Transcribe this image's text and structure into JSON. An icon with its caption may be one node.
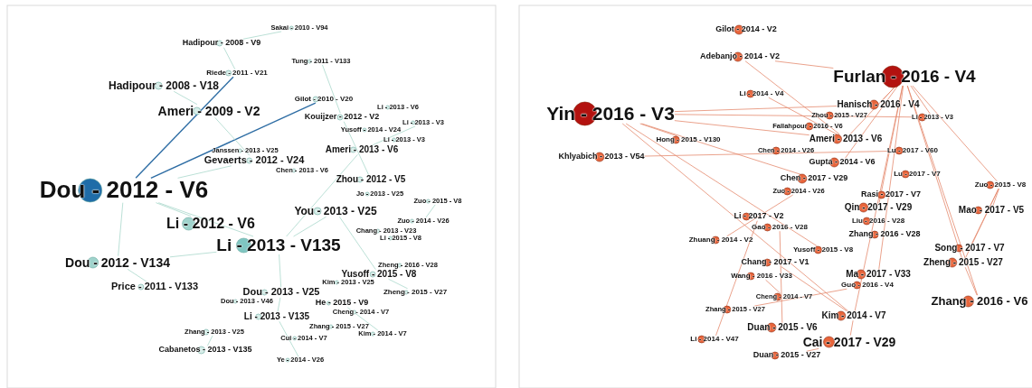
{
  "diagram": {
    "nodes": [
      {
        "text": [
          "Sakai - 2010 - V94"
        ]
      },
      {
        "text": [
          "Hadipour - 2008 - V9"
        ]
      },
      {
        "text": [
          "Tung - 2011 - V133"
        ]
      },
      {
        "text": [
          "Riede - 2011 - V21"
        ]
      },
      {
        "text": [
          "Hadipour - 2008 - V18"
        ]
      },
      {
        "text": [
          "Ameri - 2009 - V2"
        ]
      },
      {
        "text": [
          "Gilot - 2010 - V20"
        ]
      },
      {
        "text": [
          "Li - 2013 - V6"
        ]
      },
      {
        "text": [
          "Kouijzer - 2012 - V2"
        ]
      },
      {
        "text": [
          "Li - 2013 - V3"
        ]
      },
      {
        "text": [
          "Yusoff - 2014 - V24"
        ]
      },
      {
        "text": [
          "Li - 2013 - V3"
        ]
      },
      {
        "text": [
          "Ameri - 2013 - V6"
        ]
      },
      {
        "text": [
          "Janssen - 2013 - V25"
        ]
      },
      {
        "text": [
          "Gevaerts - 2012 - V24"
        ]
      },
      {
        "text": [
          "Chen - 2013 - V6"
        ]
      },
      {
        "text": [
          "Zhou - 2012 - V5"
        ]
      },
      {
        "text": [
          "Dou - 2012 - V6"
        ]
      },
      {
        "text": [
          "Jo - 2013 - V25"
        ]
      },
      {
        "text": [
          "Zuo - 2015 - V8"
        ]
      },
      {
        "text": [
          "You - 2013 - V25"
        ]
      },
      {
        "text": [
          "Zuo - 2014 - V26"
        ]
      },
      {
        "text": [
          "Li - 2012 - V6"
        ]
      },
      {
        "text": [
          "Chang - 2013 - V23"
        ]
      },
      {
        "text": [
          "Li - 2015 - V8"
        ]
      },
      {
        "text": [
          "Li - 2013 - V135"
        ]
      },
      {
        "text": [
          "Dou - 2012 - V134"
        ]
      },
      {
        "text": [
          "Zheng - 2016 - V28"
        ]
      },
      {
        "text": [
          "Yusoff - 2015 - V8"
        ]
      },
      {
        "text": [
          "Kim - 2013 - V25"
        ]
      },
      {
        "text": [
          "Price - 2011 - V133"
        ]
      },
      {
        "text": [
          "Dou - 2013 - V25"
        ]
      },
      {
        "text": [
          "Zheng - 2015 - V27"
        ]
      },
      {
        "text": [
          "Dou - 2013 - V46"
        ]
      },
      {
        "text": [
          "He - 2015 - V9"
        ]
      },
      {
        "text": [
          "Cheng - 2014 - V7"
        ]
      },
      {
        "text": [
          "Li - 2013 - V135"
        ]
      },
      {
        "text": [
          "Zhang - 2015 - V27"
        ]
      },
      {
        "text": [
          "Zhang - 2013 - V25"
        ]
      },
      {
        "text": [
          "Cui - 2014 - V7"
        ]
      },
      {
        "text": [
          "Kim - 2014 - V7"
        ]
      },
      {
        "text": [
          "Cabanetos - 2013 - V135"
        ]
      },
      {
        "text": [
          "Ye - 2014 - V26"
        ]
      },
      {
        "text": [
          "Gilot - 2014 - V2"
        ]
      },
      {
        "text": [
          "Adebanjo - 2014 - V2"
        ]
      },
      {
        "text": [
          "Furlan - 2016 - V4"
        ]
      },
      {
        "text": [
          "Li - 2014 - V4"
        ]
      },
      {
        "text": [
          "Yin - 2016 - V3"
        ]
      },
      {
        "text": [
          "Hanisch - 2016 - V4"
        ]
      },
      {
        "text": [
          "Zhou - 2015 - V27"
        ]
      },
      {
        "text": [
          "Li - 2013 - V3"
        ]
      },
      {
        "text": [
          "Fallahpour - 2016 - V6"
        ]
      },
      {
        "text": [
          "Hong - 2015 - V130"
        ]
      },
      {
        "text": [
          "Ameri - 2013 - V6"
        ]
      },
      {
        "text": [
          "Khlyabich - 2013 - V54"
        ]
      },
      {
        "text": [
          "Chen - 2014 - V26"
        ]
      },
      {
        "text": [
          "Lu - 2017 - V60"
        ]
      },
      {
        "text": [
          "Gupta - 2014 - V6"
        ]
      },
      {
        "text": [
          "Lu - 2017 - V7"
        ]
      },
      {
        "text": [
          "Chen - 2017 - V29"
        ]
      },
      {
        "text": [
          "Zuo - 2015 - V8"
        ]
      },
      {
        "text": [
          "Zuo - 2014 - V26"
        ]
      },
      {
        "text": [
          "Rasi - 2017 - V7"
        ]
      },
      {
        "text": [
          "Qin - 2017 - V29"
        ]
      },
      {
        "text": [
          "Mao - 2017 - V5"
        ]
      },
      {
        "text": [
          "Li - 2017 - V2"
        ]
      },
      {
        "text": [
          "Liu - 2016 - V28"
        ]
      },
      {
        "text": [
          "Gao - 2016 - V28"
        ]
      },
      {
        "text": [
          "Zhuang - 2014 - V2"
        ]
      },
      {
        "text": [
          "Zhang - 2016 - V28"
        ]
      },
      {
        "text": [
          "Song - 2017 - V7"
        ]
      },
      {
        "text": [
          "Yusoff - 2015 - V8"
        ]
      },
      {
        "text": [
          "Chang - 2017 - V1"
        ]
      },
      {
        "text": [
          "Zheng - 2015 - V27"
        ]
      },
      {
        "text": [
          "Wang - 2016 - V33"
        ]
      },
      {
        "text": [
          "Ma - 2017 - V33"
        ]
      },
      {
        "text": [
          "Guo - 2016 - V4"
        ]
      },
      {
        "text": [
          "Cheng - 2014 - V7"
        ]
      },
      {
        "text": [
          "Zhang - 2016 - V6"
        ]
      },
      {
        "text": [
          "Zhang - 2015 - V27"
        ]
      },
      {
        "text": [
          "Kim - 2014 - V7"
        ]
      },
      {
        "text": [
          "Duan - 2015 - V6"
        ]
      },
      {
        "text": [
          "Li - 2014 - V47"
        ]
      },
      {
        "text": [
          "Cai - 2017 - V29"
        ]
      },
      {
        "text": [
          "Duan - 2015 - V27"
        ]
      }
    ],
    "edges": [
      {
        "from": 17,
        "to": 3,
        "arrow": "none",
        "color": "#2e6da4"
      },
      {
        "from": 17,
        "to": 6,
        "arrow": "none",
        "color": "#2e6da4"
      },
      {
        "from": 17,
        "to": 22,
        "arrow": "none",
        "color": "#a9d8cc"
      },
      {
        "from": 17,
        "to": 26,
        "arrow": "none",
        "color": "#a9d8cc"
      },
      {
        "from": 17,
        "to": 14,
        "arrow": "none",
        "color": "#a9d8cc"
      },
      {
        "from": 17,
        "to": 25,
        "arrow": "none",
        "color": "#a9d8cc"
      },
      {
        "from": 26,
        "to": 25,
        "arrow": "none",
        "color": "#a9d8cc"
      },
      {
        "from": 26,
        "to": 30,
        "arrow": "none",
        "color": "#a9d8cc"
      },
      {
        "from": 25,
        "to": 20,
        "arrow": "none",
        "color": "#a9d8cc"
      },
      {
        "from": 25,
        "to": 12,
        "arrow": "none",
        "color": "#a9d8cc"
      },
      {
        "from": 25,
        "to": 31,
        "arrow": "none",
        "color": "#a9d8cc"
      },
      {
        "from": 1,
        "to": 0,
        "arrow": "none",
        "color": "#a9d8cc"
      },
      {
        "from": 1,
        "to": 3,
        "arrow": "none",
        "color": "#a9d8cc"
      },
      {
        "from": 5,
        "to": 4,
        "arrow": "none",
        "color": "#a9d8cc"
      },
      {
        "from": 5,
        "to": 14,
        "arrow": "none",
        "color": "#a9d8cc"
      },
      {
        "from": 2,
        "to": 8,
        "arrow": "none",
        "color": "#a9d8cc"
      },
      {
        "from": 8,
        "to": 16,
        "arrow": "none",
        "color": "#a9d8cc"
      },
      {
        "from": 12,
        "to": 9,
        "arrow": "none",
        "color": "#a9d8cc"
      },
      {
        "from": 20,
        "to": 28,
        "arrow": "none",
        "color": "#a9d8cc"
      },
      {
        "from": 28,
        "to": 32,
        "arrow": "none",
        "color": "#a9d8cc"
      },
      {
        "from": 31,
        "to": 36,
        "arrow": "none",
        "color": "#a9d8cc"
      },
      {
        "from": 36,
        "to": 42,
        "arrow": "none",
        "color": "#a9d8cc"
      },
      {
        "from": 41,
        "to": 38,
        "arrow": "none",
        "color": "#a9d8cc"
      },
      {
        "from": 34,
        "to": 40,
        "arrow": "none",
        "color": "#a9d8cc"
      },
      {
        "from": 21,
        "to": 19,
        "arrow": "none",
        "color": "#a9d8cc"
      },
      {
        "from": 47,
        "to": 52,
        "arrow": "none"
      },
      {
        "from": 47,
        "to": 53,
        "arrow": "none"
      },
      {
        "from": 47,
        "to": 50,
        "arrow": "none"
      },
      {
        "from": 47,
        "to": 48,
        "arrow": "none"
      },
      {
        "from": 47,
        "to": 71,
        "arrow": "none"
      },
      {
        "from": 47,
        "to": 80,
        "arrow": "none"
      },
      {
        "from": 47,
        "to": 59,
        "arrow": "none"
      },
      {
        "from": 45,
        "to": 44,
        "arrow": "none"
      },
      {
        "from": 45,
        "to": 48,
        "arrow": "none"
      },
      {
        "from": 45,
        "to": 53,
        "arrow": "none"
      },
      {
        "from": 45,
        "to": 57,
        "arrow": "none"
      },
      {
        "from": 45,
        "to": 63,
        "arrow": "none"
      },
      {
        "from": 45,
        "to": 73,
        "arrow": "none"
      },
      {
        "from": 45,
        "to": 60,
        "arrow": "none"
      },
      {
        "from": 45,
        "to": 80,
        "arrow": "none"
      },
      {
        "from": 45,
        "to": 75,
        "arrow": "none"
      },
      {
        "from": 45,
        "to": 78,
        "arrow": "none"
      },
      {
        "from": 45,
        "to": 50,
        "arrow": "none"
      },
      {
        "from": 54,
        "to": 56,
        "arrow": "none"
      },
      {
        "from": 44,
        "to": 53,
        "arrow": "none"
      },
      {
        "from": 46,
        "to": 53,
        "arrow": "none"
      },
      {
        "from": 60,
        "to": 64,
        "arrow": "none"
      },
      {
        "from": 60,
        "to": 73,
        "arrow": "none"
      },
      {
        "from": 60,
        "to": 70,
        "arrow": "none"
      },
      {
        "from": 82,
        "to": 65,
        "arrow": "none"
      },
      {
        "from": 84,
        "to": 83,
        "arrow": "none"
      },
      {
        "from": 83,
        "to": 80,
        "arrow": "none"
      },
      {
        "from": 79,
        "to": 76,
        "arrow": "none"
      },
      {
        "from": 68,
        "to": 61,
        "arrow": "none"
      },
      {
        "from": 73,
        "to": 78,
        "arrow": "none"
      },
      {
        "from": 74,
        "to": 77,
        "arrow": "none"
      },
      {
        "from": 72,
        "to": 80,
        "arrow": "none"
      },
      {
        "from": 81,
        "to": 67,
        "arrow": "none"
      }
    ]
  }
}
